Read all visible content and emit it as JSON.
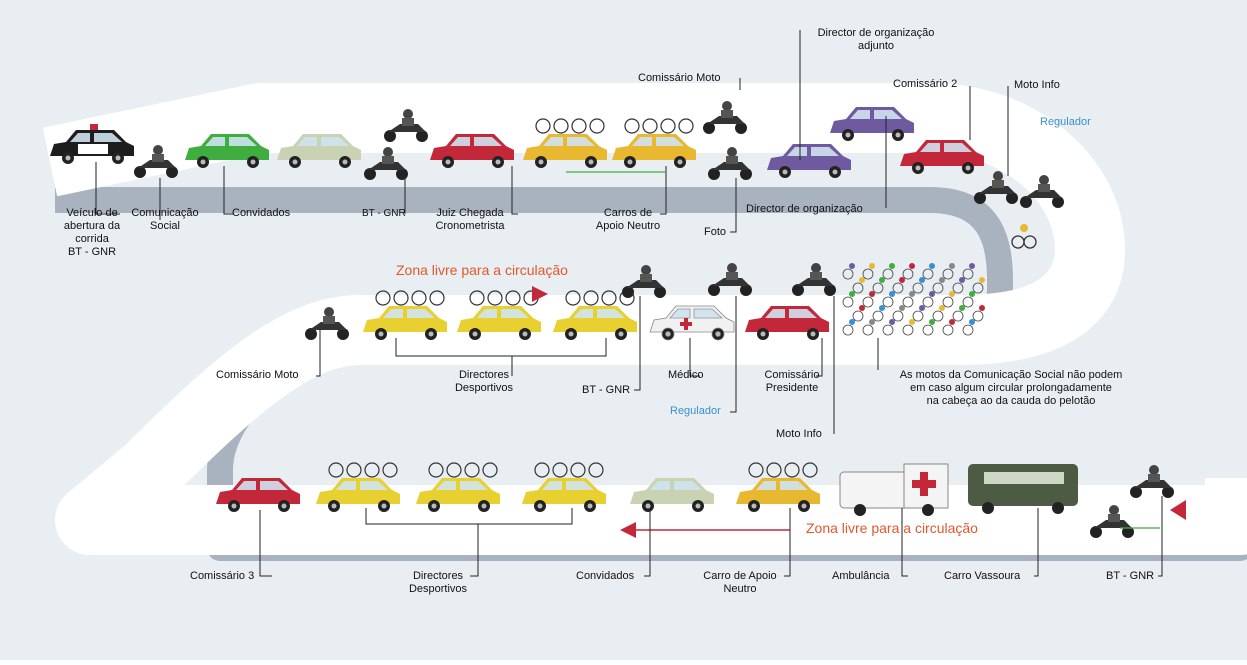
{
  "labels": {
    "veiculo_abertura": [
      "Veículo de",
      "abertura da",
      "corrida",
      "BT - GNR"
    ],
    "comunicacao_social": [
      "Comunicação",
      "Social"
    ],
    "convidados_top": "Convidados",
    "bt_gnr_top": "BT - GNR",
    "juiz_chegada": [
      "Juiz Chegada",
      "Cronometrista"
    ],
    "carros_apoio_neutro": [
      "Carros de",
      "Apoio Neutro"
    ],
    "comissario_moto_top": "Comissário Moto",
    "foto": "Foto",
    "director_organizacao_adjunto": [
      "Director de organização",
      "adjunto"
    ],
    "director_organizacao": "Director de organização",
    "comissario_2": "Comissário 2",
    "moto_info_top": "Moto Info",
    "regulador_top": "Regulador",
    "zona_livre_mid": "Zona livre para a circulação",
    "comissario_moto_mid": "Comissário Moto",
    "directores_desportivos_mid": [
      "Directores",
      "Desportivos"
    ],
    "bt_gnr_mid": "BT - GNR",
    "medico": "Médico",
    "regulador_mid": "Regulador",
    "comissario_presidente": [
      "Comissário",
      "Presidente"
    ],
    "moto_info_mid": "Moto Info",
    "note": [
      "As motos da Comunicação Social não podem",
      "em caso algum circular prolongadamente",
      "na cabeça ao da cauda do pelotão"
    ],
    "comissario_3": "Comissário 3",
    "directores_desportivos_bot": [
      "Directores",
      "Desportivos"
    ],
    "convidados_bot": "Convidados",
    "carro_apoio_neutro_bot": [
      "Carro de Apoio",
      "Neutro"
    ],
    "ambulancia": "Ambulância",
    "carro_vassoura": "Carro Vassoura",
    "zona_livre_bot": "Zona livre para a circulação",
    "bt_gnr_bot": "BT - GNR"
  },
  "colors": {
    "road": "#ffffff",
    "road_shadow": "#a8b3bf",
    "background": "#e9eef3",
    "car_green": "#3fae3f",
    "car_grey_green": "#c9d3b3",
    "car_red": "#c3283a",
    "car_yellow": "#e8b830",
    "car_purple": "#6f5aa0",
    "car_dark_grey": "#8a8f93",
    "van_olive": "#4d5a44",
    "arrow_red": "#c3283a",
    "label_blue": "#3a8fd0",
    "zone_text": "#e2572c"
  }
}
